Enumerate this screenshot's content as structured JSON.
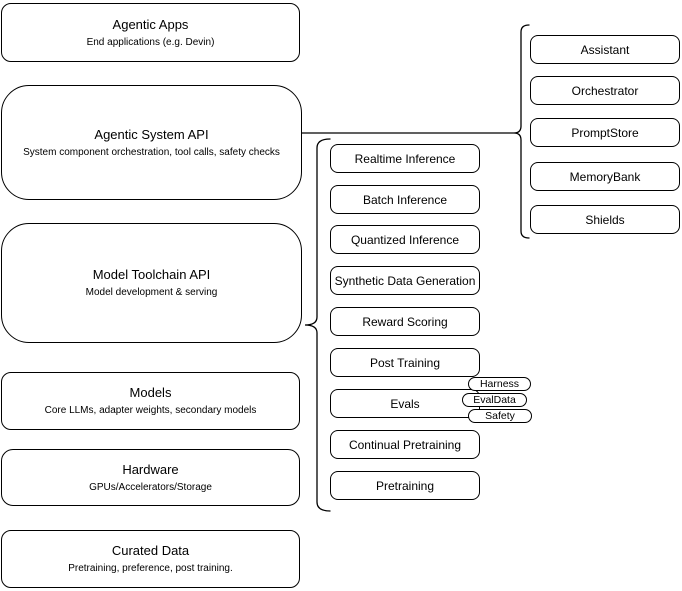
{
  "diagram": {
    "stack": [
      {
        "title": "Agentic Apps",
        "subtitle": "End applications (e.g. Devin)"
      },
      {
        "title": "Agentic System API",
        "subtitle": "System component orchestration, tool calls, safety checks"
      },
      {
        "title": "Model Toolchain API",
        "subtitle": "Model development & serving"
      },
      {
        "title": "Models",
        "subtitle": "Core LLMs, adapter weights, secondary models"
      },
      {
        "title": "Hardware",
        "subtitle": "GPUs/Accelerators/Storage"
      },
      {
        "title": "Curated Data",
        "subtitle": "Pretraining, preference, post training."
      }
    ],
    "toolchain_items": [
      "Realtime Inference",
      "Batch Inference",
      "Quantized Inference",
      "Synthetic Data Generation",
      "Reward Scoring",
      "Post Training",
      "Evals",
      "Continual Pretraining",
      "Pretraining"
    ],
    "eval_tags": [
      "Harness",
      "EvalData",
      "Safety"
    ],
    "system_components": [
      "Assistant",
      "Orchestrator",
      "PromptStore",
      "MemoryBank",
      "Shields"
    ],
    "colors": {
      "stroke": "#000000",
      "fill": "#ffffff",
      "background": "#ffffff"
    }
  }
}
